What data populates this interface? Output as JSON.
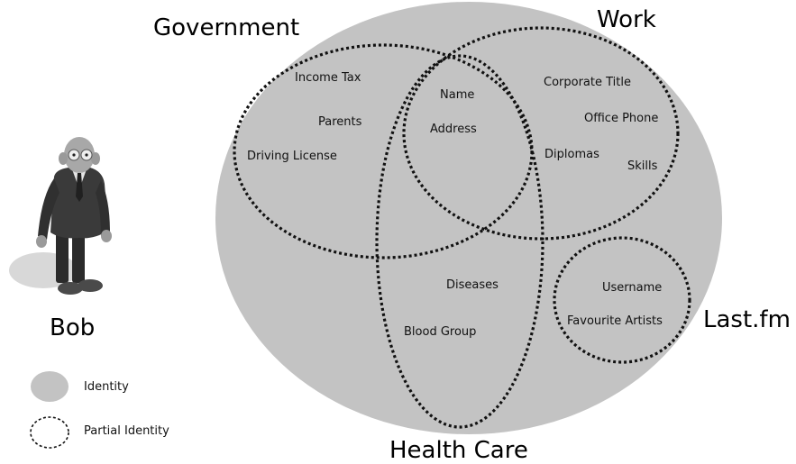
{
  "person": {
    "name": "Bob"
  },
  "groups": {
    "government": {
      "label": "Government",
      "items": [
        "Income Tax",
        "Parents",
        "Driving License"
      ]
    },
    "work": {
      "label": "Work",
      "items": [
        "Corporate Title",
        "Office Phone",
        "Diplomas",
        "Skills"
      ]
    },
    "shared": {
      "items": [
        "Name",
        "Address"
      ]
    },
    "health_care": {
      "label": "Health Care",
      "items": [
        "Diseases",
        "Blood Group"
      ]
    },
    "lastfm": {
      "label": "Last.fm",
      "items": [
        "Username",
        "Favourite Artists"
      ]
    }
  },
  "legend": {
    "identity": "Identity",
    "partial_identity": "Partial Identity"
  },
  "colors": {
    "identity_fill": "#c3c3c3",
    "outline": "#111111"
  }
}
